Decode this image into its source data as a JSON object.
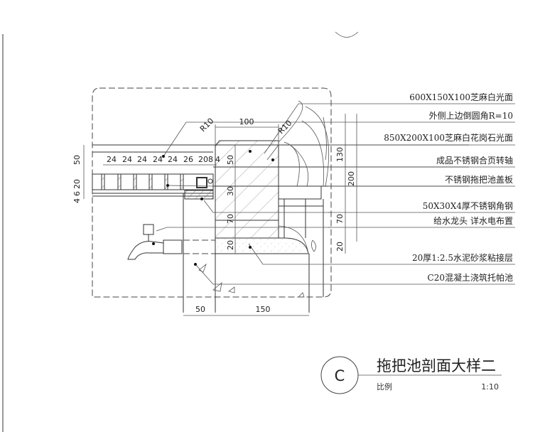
{
  "drawing": {
    "title": "拖把池剖面大样二",
    "section_mark": "C",
    "scale_label": "比例",
    "scale_value": "1:10"
  },
  "callouts": [
    {
      "text": "600X150X100芝麻白光面"
    },
    {
      "text": "外侧上边倒圆角R=10"
    },
    {
      "text": "850X200X100芝麻白花岗石光面"
    },
    {
      "text": "成品不锈钢合页转轴"
    },
    {
      "text": "不锈钢拖把池盖板"
    },
    {
      "text": "50X30X4厚不锈钢角钢"
    },
    {
      "text": "给水龙头 详水电布置"
    },
    {
      "text": "20厚1:2.5水泥砂浆粘接层"
    },
    {
      "text": "C20混凝土浇筑托帕池"
    }
  ],
  "dimensions": {
    "top_width": "100",
    "radius_left": "R10",
    "radius_right": "R10",
    "grate_spacing": [
      "24",
      "24",
      "24",
      "24",
      "24",
      "26",
      "20",
      "8",
      "4"
    ],
    "left_vertical": [
      "50",
      "20",
      "6",
      "4"
    ],
    "center_vertical": [
      "50",
      "30",
      "70",
      "20"
    ],
    "right_inner": [
      "130",
      "70",
      "20"
    ],
    "right_outer": "200",
    "bottom": [
      "50",
      "150"
    ]
  },
  "colors": {
    "line": "#333333",
    "background": "#ffffff"
  }
}
